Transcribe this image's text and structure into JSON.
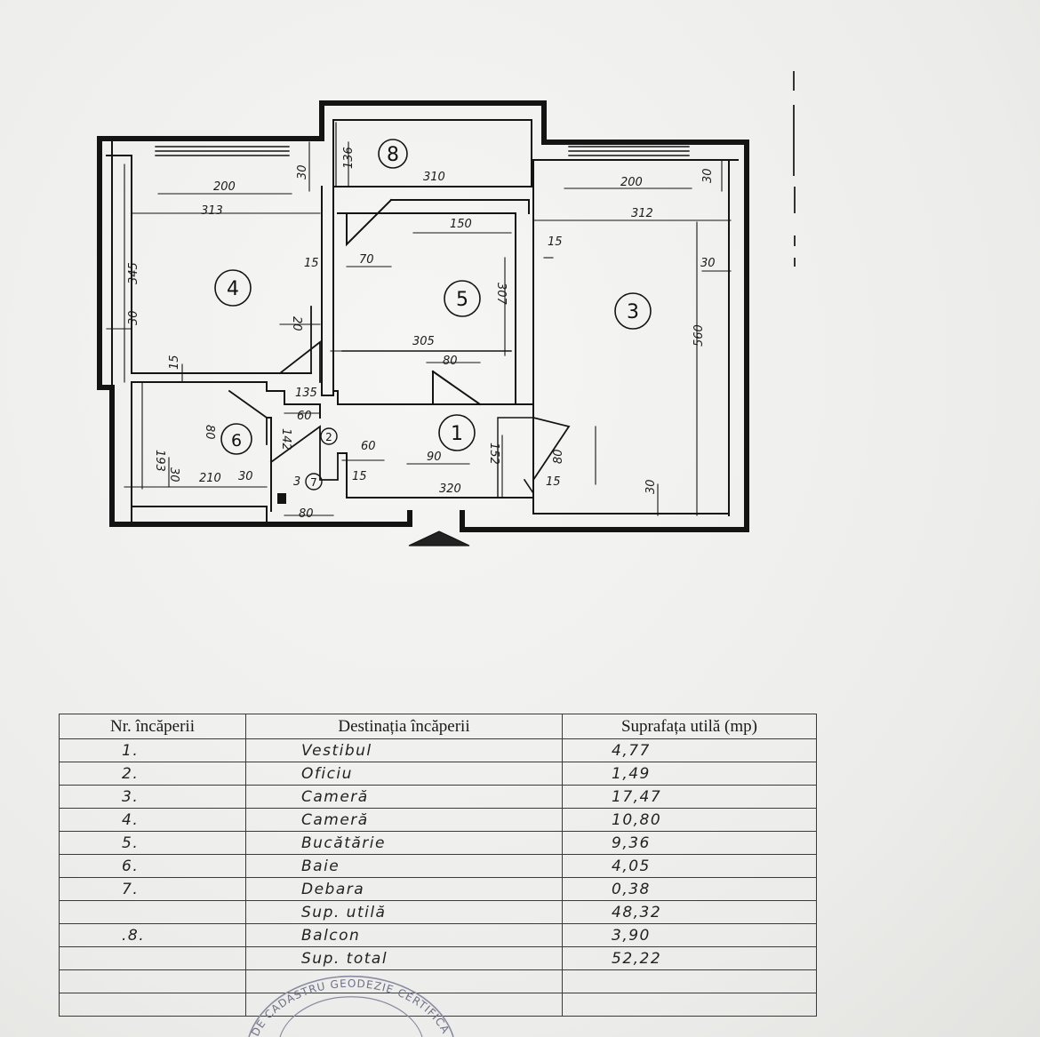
{
  "plan": {
    "rooms": [
      {
        "id": "1",
        "label": "1"
      },
      {
        "id": "2",
        "label": "2"
      },
      {
        "id": "3",
        "label": "3"
      },
      {
        "id": "4",
        "label": "4"
      },
      {
        "id": "5",
        "label": "5"
      },
      {
        "id": "6",
        "label": "6"
      },
      {
        "id": "7",
        "label": "7"
      },
      {
        "id": "8",
        "label": "8"
      }
    ],
    "dimensions": {
      "r8_depth": "136",
      "r8_width": "310",
      "r4_200": "200",
      "r4_30": "30",
      "r4_313": "313",
      "r4_345": "345",
      "r4_30b": "30",
      "r4_15": "15",
      "r4_20": "20",
      "r4_15b": "15",
      "r5_70": "70",
      "r5_150": "150",
      "r5_307": "307",
      "r5_305": "305",
      "r5_80": "80",
      "r3_200": "200",
      "r3_30": "30",
      "r3_312": "312",
      "r3_15": "15",
      "r3_30b": "30",
      "r3_560": "560",
      "r6_80": "80",
      "r6_193": "193",
      "r6_30": "30",
      "r6_210": "210",
      "r6_30b": "30",
      "c_135": "135",
      "c_60": "60",
      "c_142": "142",
      "c_60b": "60",
      "c_3": "3",
      "c_15": "15",
      "c_80": "80",
      "r1_90": "90",
      "r1_320": "320",
      "r1_152": "152",
      "r1_15": "15",
      "r1_80": "80",
      "r1_30": "30"
    }
  },
  "table": {
    "headers": {
      "nr": "Nr. încăperii",
      "dest": "Destinația încăperii",
      "area": "Suprafața utilă (mp)"
    },
    "rows": [
      {
        "nr": "1.",
        "dest": "Vestibul",
        "area": "4,77"
      },
      {
        "nr": "2.",
        "dest": "Oficiu",
        "area": "1,49"
      },
      {
        "nr": "3.",
        "dest": "Cameră",
        "area": "17,47"
      },
      {
        "nr": "4.",
        "dest": "Cameră",
        "area": "10,80"
      },
      {
        "nr": "5.",
        "dest": "Bucătărie",
        "area": "9,36"
      },
      {
        "nr": "6.",
        "dest": "Baie",
        "area": "4,05"
      },
      {
        "nr": "7.",
        "dest": "Debara",
        "area": "0,38"
      },
      {
        "nr": "",
        "dest": "Sup. utilă",
        "area": "48,32"
      },
      {
        "nr": ".8.",
        "dest": "Balcon",
        "area": "3,90"
      },
      {
        "nr": "",
        "dest": "Sup. total",
        "area": "52,22"
      },
      {
        "nr": "",
        "dest": "",
        "area": ""
      },
      {
        "nr": "",
        "dest": "",
        "area": ""
      }
    ]
  },
  "stamp": {
    "text": "DE CADASTRU GEODEZIE CERTIFICAT"
  }
}
